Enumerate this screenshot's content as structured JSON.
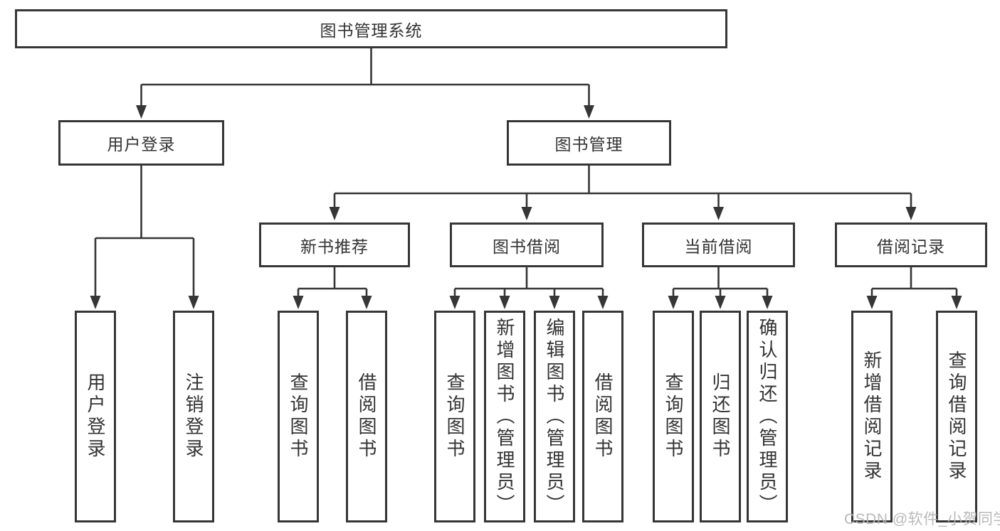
{
  "colors": {
    "line": "#363636",
    "box_border": "#363636",
    "text": "#333333",
    "background": "#ffffff",
    "watermark": "#b4b4b4"
  },
  "watermark": {
    "text": "CSDN @软件_小贺同学"
  },
  "diagram": {
    "type": "hierarchy-tree",
    "nodes": [
      {
        "id": "root",
        "label": "图书管理系统",
        "level": 1,
        "parent": null
      },
      {
        "id": "user-login",
        "label": "用户登录",
        "level": 2,
        "parent": "root"
      },
      {
        "id": "book-mgmt",
        "label": "图书管理",
        "level": 2,
        "parent": "root"
      },
      {
        "id": "new-book-rec",
        "label": "新书推荐",
        "level": 3,
        "parent": "book-mgmt"
      },
      {
        "id": "book-borrow",
        "label": "图书借阅",
        "level": 3,
        "parent": "book-mgmt"
      },
      {
        "id": "current-borrow",
        "label": "当前借阅",
        "level": 3,
        "parent": "book-mgmt"
      },
      {
        "id": "borrow-record",
        "label": "借阅记录",
        "level": 3,
        "parent": "book-mgmt"
      },
      {
        "id": "login",
        "label": "用户登录",
        "level": 4,
        "parent": "user-login"
      },
      {
        "id": "logout",
        "label": "注销登录",
        "level": 4,
        "parent": "user-login"
      },
      {
        "id": "rec-query-book",
        "label": "查询图书",
        "level": 4,
        "parent": "new-book-rec"
      },
      {
        "id": "rec-borrow-book",
        "label": "借阅图书",
        "level": 4,
        "parent": "new-book-rec"
      },
      {
        "id": "bb-query-book",
        "label": "查询图书",
        "level": 4,
        "parent": "book-borrow"
      },
      {
        "id": "bb-add-book",
        "label": "新增图书（管理员）",
        "level": 4,
        "parent": "book-borrow"
      },
      {
        "id": "bb-edit-book",
        "label": "编辑图书（管理员）",
        "level": 4,
        "parent": "book-borrow"
      },
      {
        "id": "bb-borrow-book",
        "label": "借阅图书",
        "level": 4,
        "parent": "book-borrow"
      },
      {
        "id": "cb-query-book",
        "label": "查询图书",
        "level": 4,
        "parent": "current-borrow"
      },
      {
        "id": "cb-return-book",
        "label": "归还图书",
        "level": 4,
        "parent": "current-borrow"
      },
      {
        "id": "cb-confirm-return",
        "label": "确认归还（管理员）",
        "level": 4,
        "parent": "current-borrow"
      },
      {
        "id": "br-add-record",
        "label": "新增借阅记录",
        "level": 4,
        "parent": "borrow-record"
      },
      {
        "id": "br-query-record",
        "label": "查询借阅记录",
        "level": 4,
        "parent": "borrow-record"
      }
    ]
  }
}
